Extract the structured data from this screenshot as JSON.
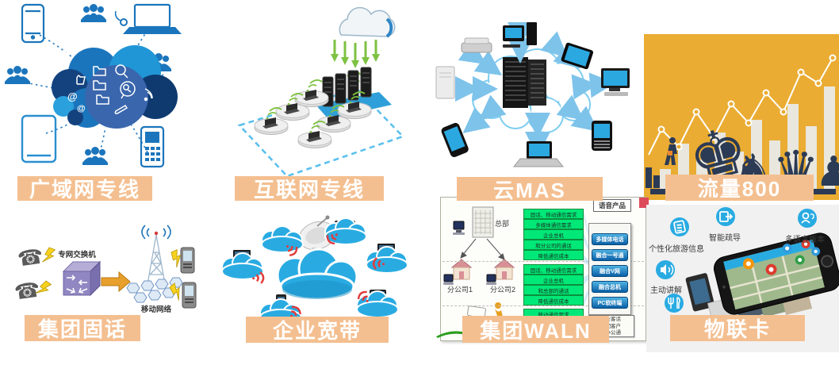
{
  "banners": {
    "wan": "广域网专线",
    "internet": "互联网专线",
    "cloud_mas": "云MAS",
    "data800": "流量800",
    "landline": "集团固话",
    "broadband": "企业宽带",
    "wlan": "集团WALN",
    "iot": "物联卡"
  },
  "landline_diagram": {
    "switch_label": "专网交换机",
    "mobile_label": "移动网络"
  },
  "wlan_diagram": {
    "tag": "语音产品",
    "hq": "总部",
    "branch1": "分公司1",
    "branch2": "分公司2",
    "needs1": [
      "固话、移动通信需求",
      "多媒体通信需求",
      "企业总机",
      "和分公司的通话",
      "降低通信成本"
    ],
    "needs2": [
      "固话、移动通信需求",
      "企业总机",
      "和总部的通话",
      "降低通信成本"
    ],
    "needs3": [
      "移动通信需求"
    ],
    "products": [
      "多媒体电话",
      "融合一号通",
      "融合V网",
      "融合总机",
      "PC软终端"
    ],
    "note": [
      "企业客话",
      "集团客户",
      "的办公通"
    ]
  },
  "iot_diagram": {
    "features": [
      "个性化旅游信息",
      "智能疏导",
      "多语言版本",
      "主动讲解"
    ]
  },
  "glyphs": {
    "king": "♚",
    "knight": "♞",
    "queen": "♛",
    "pawn": "♟",
    "desk_phone": "☎",
    "at1": "@",
    "at2": "@"
  },
  "colors": {
    "banner": "#f4bf90",
    "blue": "#29abe2",
    "dark_blue": "#1b75bc",
    "orange_bg": "#eaac32",
    "green": "#7dc242",
    "navy": "#2c3b55",
    "red_wifi": "#e23b3b"
  }
}
